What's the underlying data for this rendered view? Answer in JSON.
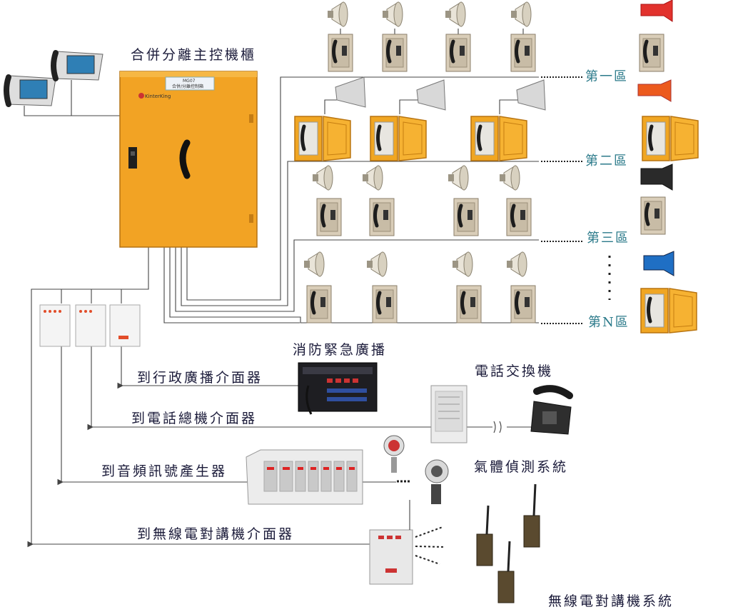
{
  "cabinet": {
    "title": "合併分離主控機櫃",
    "model": "MG07",
    "subtitle": "合併/分離控制箱",
    "brand": "KinterKing"
  },
  "zones": [
    "第一區",
    "第二區",
    "第三區",
    "第N區"
  ],
  "peripherals": {
    "fire_broadcast": "消防緊急廣播",
    "phone_exchange": "電話交換機",
    "gas_detection": "氣體偵測系統",
    "radio_system": "無線電對講機系統"
  },
  "connections": [
    "到行政廣播介面器",
    "到電話總機介面器",
    "到音頻訊號產生器",
    "到無線電對講機介面器"
  ],
  "colors": {
    "cabinet": "#f2a324",
    "line": "#444444",
    "zone_text": "#2b7a8a",
    "label_text": "#1b1b3a"
  }
}
